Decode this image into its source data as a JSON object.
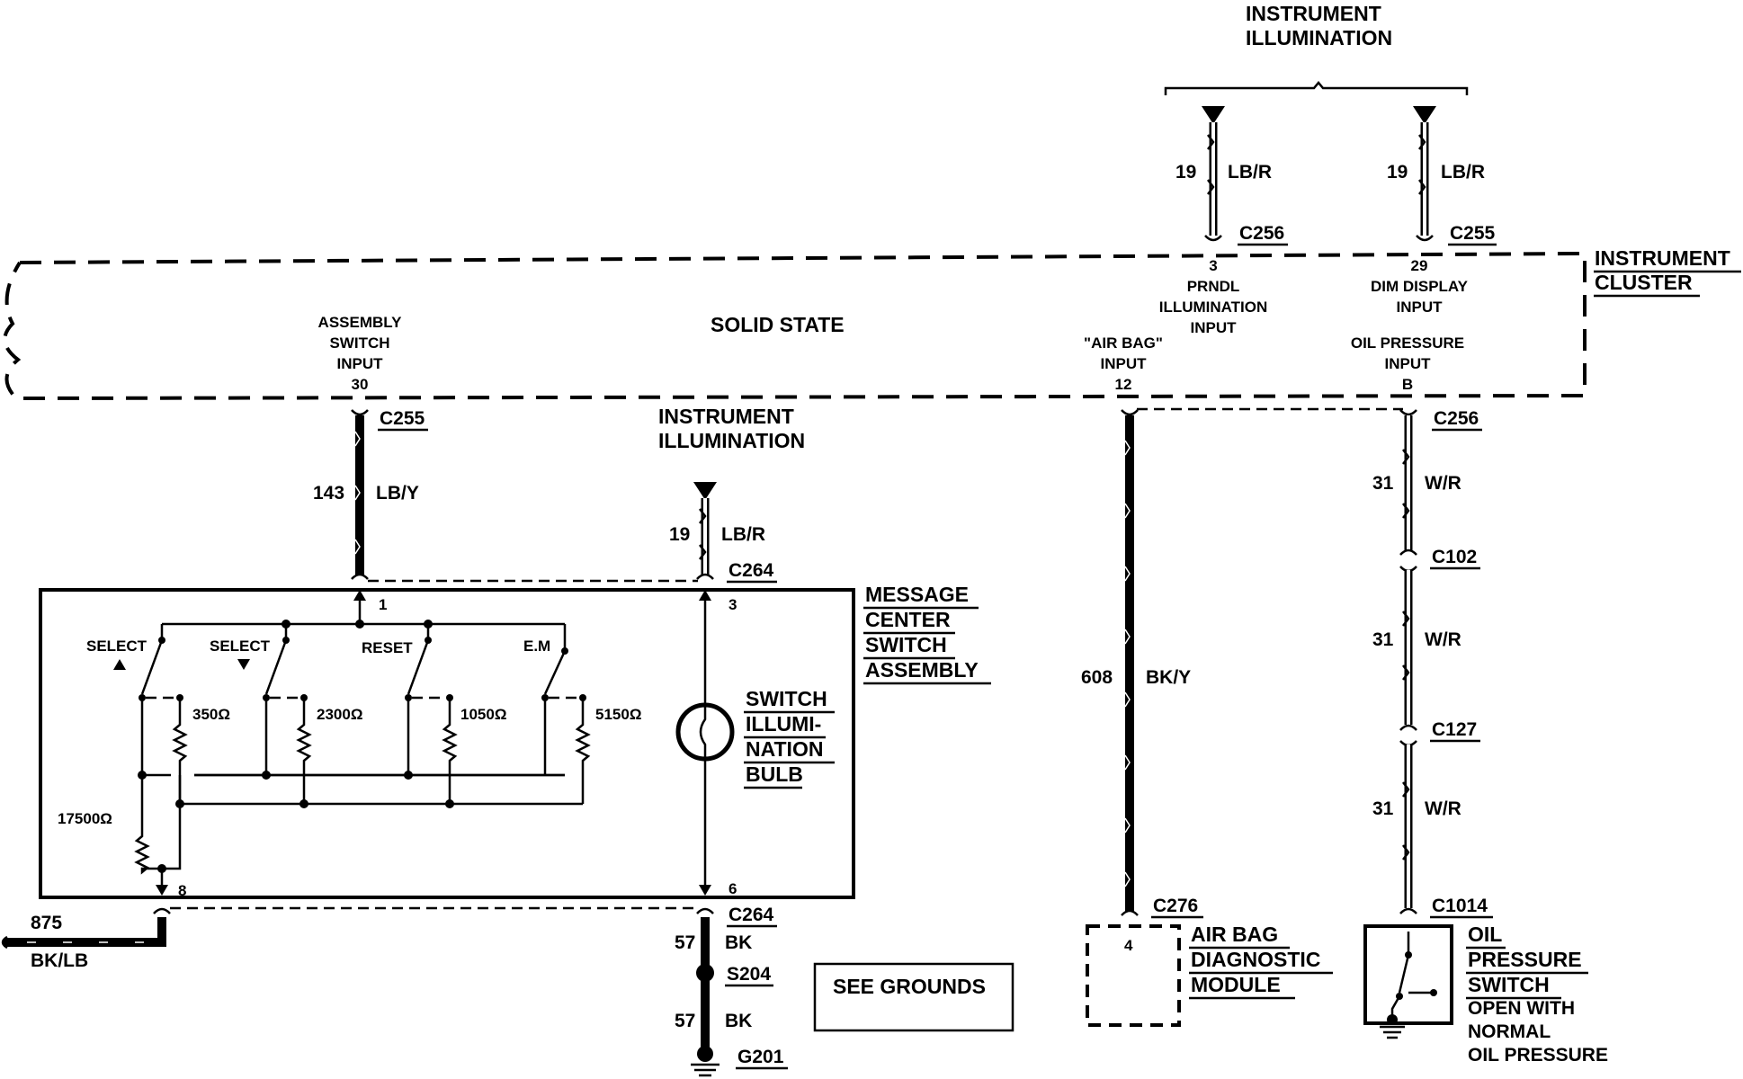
{
  "top_feed": {
    "title_line1": "INSTRUMENT",
    "title_line2": "ILLUMINATION"
  },
  "wires": {
    "w19_left": {
      "num": "19",
      "color": "LB/R",
      "connector": "C256"
    },
    "w19_right": {
      "num": "19",
      "color": "LB/R",
      "connector": "C255"
    },
    "w143": {
      "num": "143",
      "color": "LB/Y",
      "connector": "C255"
    },
    "w19_switch": {
      "num": "19",
      "color": "LB/R",
      "connector": "C264"
    },
    "w608": {
      "num": "608",
      "color": "BK/Y",
      "connector": "C276"
    },
    "w31_a": {
      "num": "31",
      "color": "W/R",
      "connector": "C256"
    },
    "w31_b": {
      "num": "31",
      "color": "W/R",
      "connector": "C102"
    },
    "w31_c": {
      "num": "31",
      "color": "W/R",
      "connector": "C127"
    },
    "c1014": "C1014",
    "w875": {
      "num": "875",
      "color": "BK/LB"
    },
    "w57_a": {
      "num": "57",
      "color": "BK",
      "connector": "C264"
    },
    "w57_b": {
      "num": "57",
      "color": "BK",
      "connector": "S204"
    },
    "g201": "G201"
  },
  "cluster": {
    "label_line1": "INSTRUMENT",
    "label_line2": "CLUSTER",
    "solid_state": "SOLID STATE",
    "asm_line1": "ASSEMBLY",
    "asm_line2": "SWITCH",
    "asm_line3": "INPUT",
    "asm_pin": "30",
    "prndl_pin": "3",
    "prndl_line1": "PRNDL",
    "prndl_line2": "ILLUMINATION",
    "prndl_line3": "INPUT",
    "dim_pin": "29",
    "dim_line1": "DIM DISPLAY",
    "dim_line2": "INPUT",
    "airbag_line1": "\"AIR BAG\"",
    "airbag_line2": "INPUT",
    "airbag_pin": "12",
    "oil_line1": "OIL PRESSURE",
    "oil_line2": "INPUT",
    "oil_pin": "B"
  },
  "mid_feed": {
    "line1": "INSTRUMENT",
    "line2": "ILLUMINATION"
  },
  "switch_assembly": {
    "label": [
      "MESSAGE",
      "CENTER",
      "SWITCH",
      "ASSEMBLY"
    ],
    "pin1": "1",
    "pin3": "3",
    "pin8": "8",
    "pin6": "6",
    "sw_select_up": "SELECT",
    "sw_select_down": "SELECT",
    "sw_reset": "RESET",
    "sw_em": "E.M",
    "r1": "350Ω",
    "r2": "2300Ω",
    "r3": "1050Ω",
    "r4": "5150Ω",
    "r5": "17500Ω",
    "bulb": [
      "SWITCH",
      "ILLUMI-",
      "NATION",
      "BULB"
    ]
  },
  "airbag_module": {
    "pin": "4",
    "label": [
      "AIR BAG",
      "DIAGNOSTIC",
      "MODULE"
    ]
  },
  "oil_switch": {
    "label": [
      "OIL",
      "PRESSURE",
      "SWITCH"
    ],
    "note": [
      "OPEN WITH",
      "NORMAL",
      "OIL PRESSURE"
    ]
  },
  "see_grounds": "SEE GROUNDS",
  "colors": {
    "ink": "#000000",
    "paper": "#ffffff"
  }
}
